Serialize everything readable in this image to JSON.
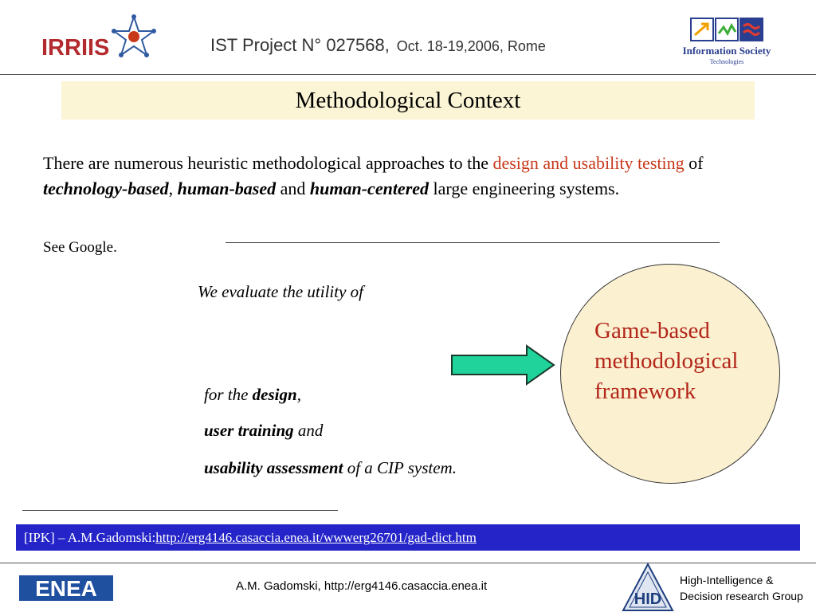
{
  "header": {
    "logo_left": "IRRIIS",
    "project": "IST Project N° 027568,",
    "date": "Oct. 18-19,2006, Rome",
    "logo_right_title": "Information Society",
    "logo_right_sub": "Technologies"
  },
  "slide": {
    "title": "Methodological Context",
    "para": {
      "part1": "There are numerous heuristic methodological approaches to the ",
      "red": "design and usability testing",
      "part2": " of ",
      "bi1": "technology-based",
      "sep1": ", ",
      "bi2": "human-based",
      "part3": " and ",
      "bi3": "human-centered",
      "part4": "  large engineering systems."
    },
    "see_google": "See Google.",
    "evaluate": "We evaluate the utility of",
    "circle_lines": [
      "Game-based",
      "methodological",
      "framework"
    ],
    "for_lines": {
      "l1_pre": "for the ",
      "l1_bold": "design",
      "l1_post": ",",
      "l2_bold": "user training",
      "l2_post": " and",
      "l3_bold": "usability assessment",
      "l3_post": " of a CIP system."
    }
  },
  "reference": {
    "prefix": "[IPK] – A.M.Gadomski: ",
    "link": "http://erg4146.casaccia.enea.it/wwwerg26701/gad-dict.htm"
  },
  "footer": {
    "left_logo": "ENEA",
    "center": "A.M. Gadomski,  http://erg4146.casaccia.enea.it",
    "right_logo": "HID",
    "right_line1": "High-Intelligence &",
    "right_line2": "Decision research Group"
  },
  "colors": {
    "accent_red": "#c8391a",
    "title_bg": "#fbf5d6",
    "circle_bg": "#fbf0d0",
    "arrow_fill": "#1fd39a",
    "ref_bar": "#2424c8"
  }
}
